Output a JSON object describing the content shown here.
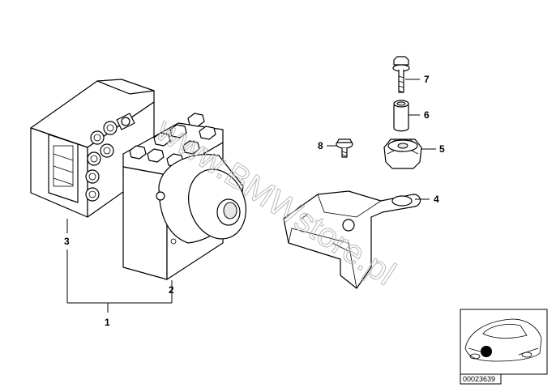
{
  "watermark": "www.BMWstore.pl",
  "callouts": {
    "c1": "1",
    "c2": "2",
    "c3": "3",
    "c4": "4",
    "c5": "5",
    "c6": "6",
    "c7": "7",
    "c8": "8"
  },
  "reference_box": {
    "code": "00023639"
  },
  "colors": {
    "line": "#000000",
    "watermark": "#b9b9b9",
    "background": "#ffffff"
  }
}
